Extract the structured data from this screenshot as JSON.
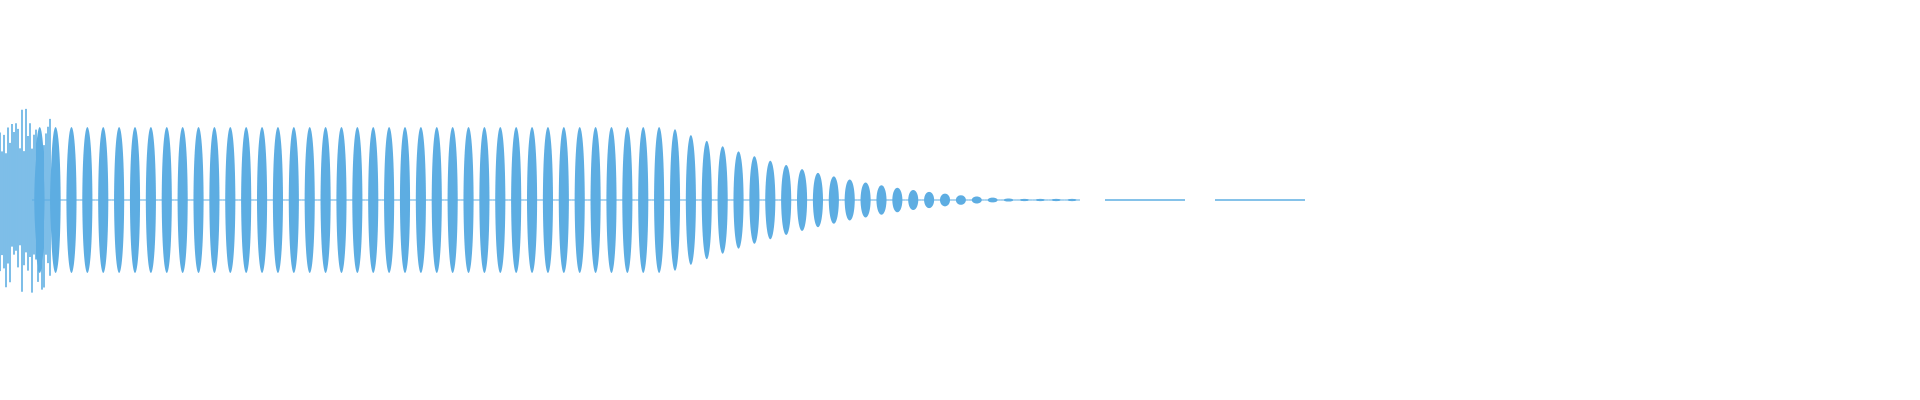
{
  "waveform": {
    "color": "#5dade2",
    "background": "#ffffff",
    "style": "filled-envelope",
    "burst": {
      "lobes": 68,
      "noisy_onset_fraction": 0.04,
      "sustain_fraction": 0.62,
      "decay_fraction": 0.28,
      "peak_level": 0.72
    },
    "tail": {
      "segments": 2,
      "level": 0.01
    }
  }
}
